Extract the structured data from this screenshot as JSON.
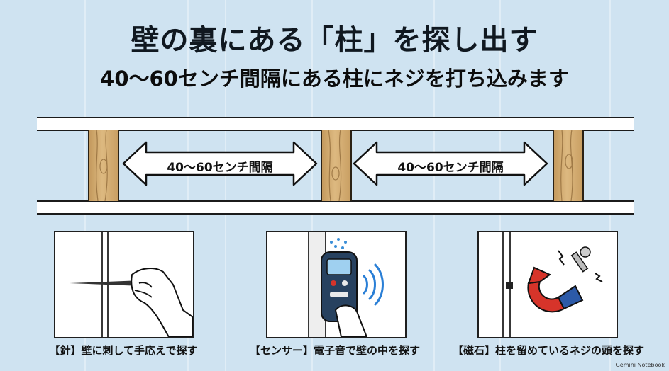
{
  "title": "壁の裏にある「柱」を探し出す",
  "subtitle": "40〜60センチ間隔にある柱にネジを打ち込みます",
  "diagram": {
    "spacing_label_left": "40〜60センチ間隔",
    "spacing_label_right": "40〜60センチ間隔"
  },
  "methods": [
    {
      "caption": "【針】壁に刺して手応えで探す",
      "icon": "needle-hand"
    },
    {
      "caption": "【センサー】電子音で壁の中を探す",
      "icon": "stud-sensor"
    },
    {
      "caption": "【磁石】柱を留めているネジの頭を探す",
      "icon": "magnet-screw"
    }
  ],
  "brand": "Gemini Notebook",
  "colors": {
    "background": "#cfe3f1",
    "wood": "#d2ad72",
    "sensor_body": "#27415f",
    "magnet_red": "#d6342a",
    "magnet_blue": "#2c5aa8"
  }
}
